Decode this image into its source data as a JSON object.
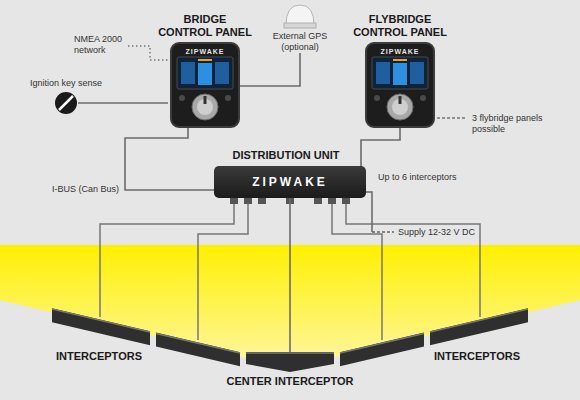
{
  "diagram": {
    "nodes": [
      {
        "text": [
          "BRIDGE CONTROL PANEL",
          "ZIPWAKE"
        ]
      },
      {
        "text": [
          "External GPS (optional)"
        ]
      },
      {
        "text": [
          "FLYBRIDGE CONTROL PANEL",
          "ZIPWAKE"
        ]
      },
      {
        "text": [
          "DISTRIBUTION UNIT",
          "ZIPWAKE"
        ]
      },
      {
        "text": [
          "CENTER INTERCEPTOR"
        ]
      }
    ],
    "edges": [
      {
        "from": 1,
        "to": 0,
        "arrow": "none"
      },
      {
        "from": 0,
        "to": 3,
        "label": "I-BUS (Can Bus)",
        "arrow": "none"
      },
      {
        "from": 2,
        "to": 3,
        "arrow": "none"
      },
      {
        "from": 3,
        "to": 4,
        "arrow": "none"
      }
    ],
    "labels": [
      "NMEA 2000 network",
      "Ignition key sense",
      "3 flybridge panels possible",
      "Up to 6 interceptors",
      "Supply 12-32 V DC",
      "INTERCEPTORS",
      "INTERCEPTORS"
    ]
  }
}
